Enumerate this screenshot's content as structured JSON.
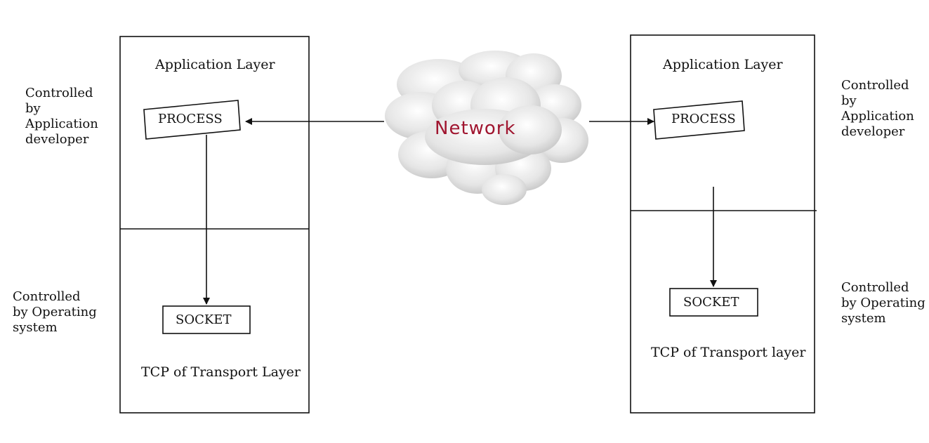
{
  "left_host": {
    "application_layer": "Application Layer",
    "process": "PROCESS",
    "socket": "SOCKET",
    "transport_layer": "TCP of Transport  Layer",
    "app_control": [
      "Controlled",
      "by",
      "Application",
      "developer"
    ],
    "os_control": [
      "Controlled",
      "by Operating",
      "system"
    ]
  },
  "right_host": {
    "application_layer": "Application Layer",
    "process": "PROCESS",
    "socket": "SOCKET",
    "transport_layer": "TCP of Transport layer",
    "app_control": [
      "Controlled",
      "by",
      "Application",
      "developer"
    ],
    "os_control": [
      "Controlled",
      "by Operating",
      "system"
    ]
  },
  "network": {
    "label": "Network",
    "label_color": "#a01630"
  },
  "colors": {
    "line": "#111111",
    "cloud_fill": "#e6e6e6"
  }
}
